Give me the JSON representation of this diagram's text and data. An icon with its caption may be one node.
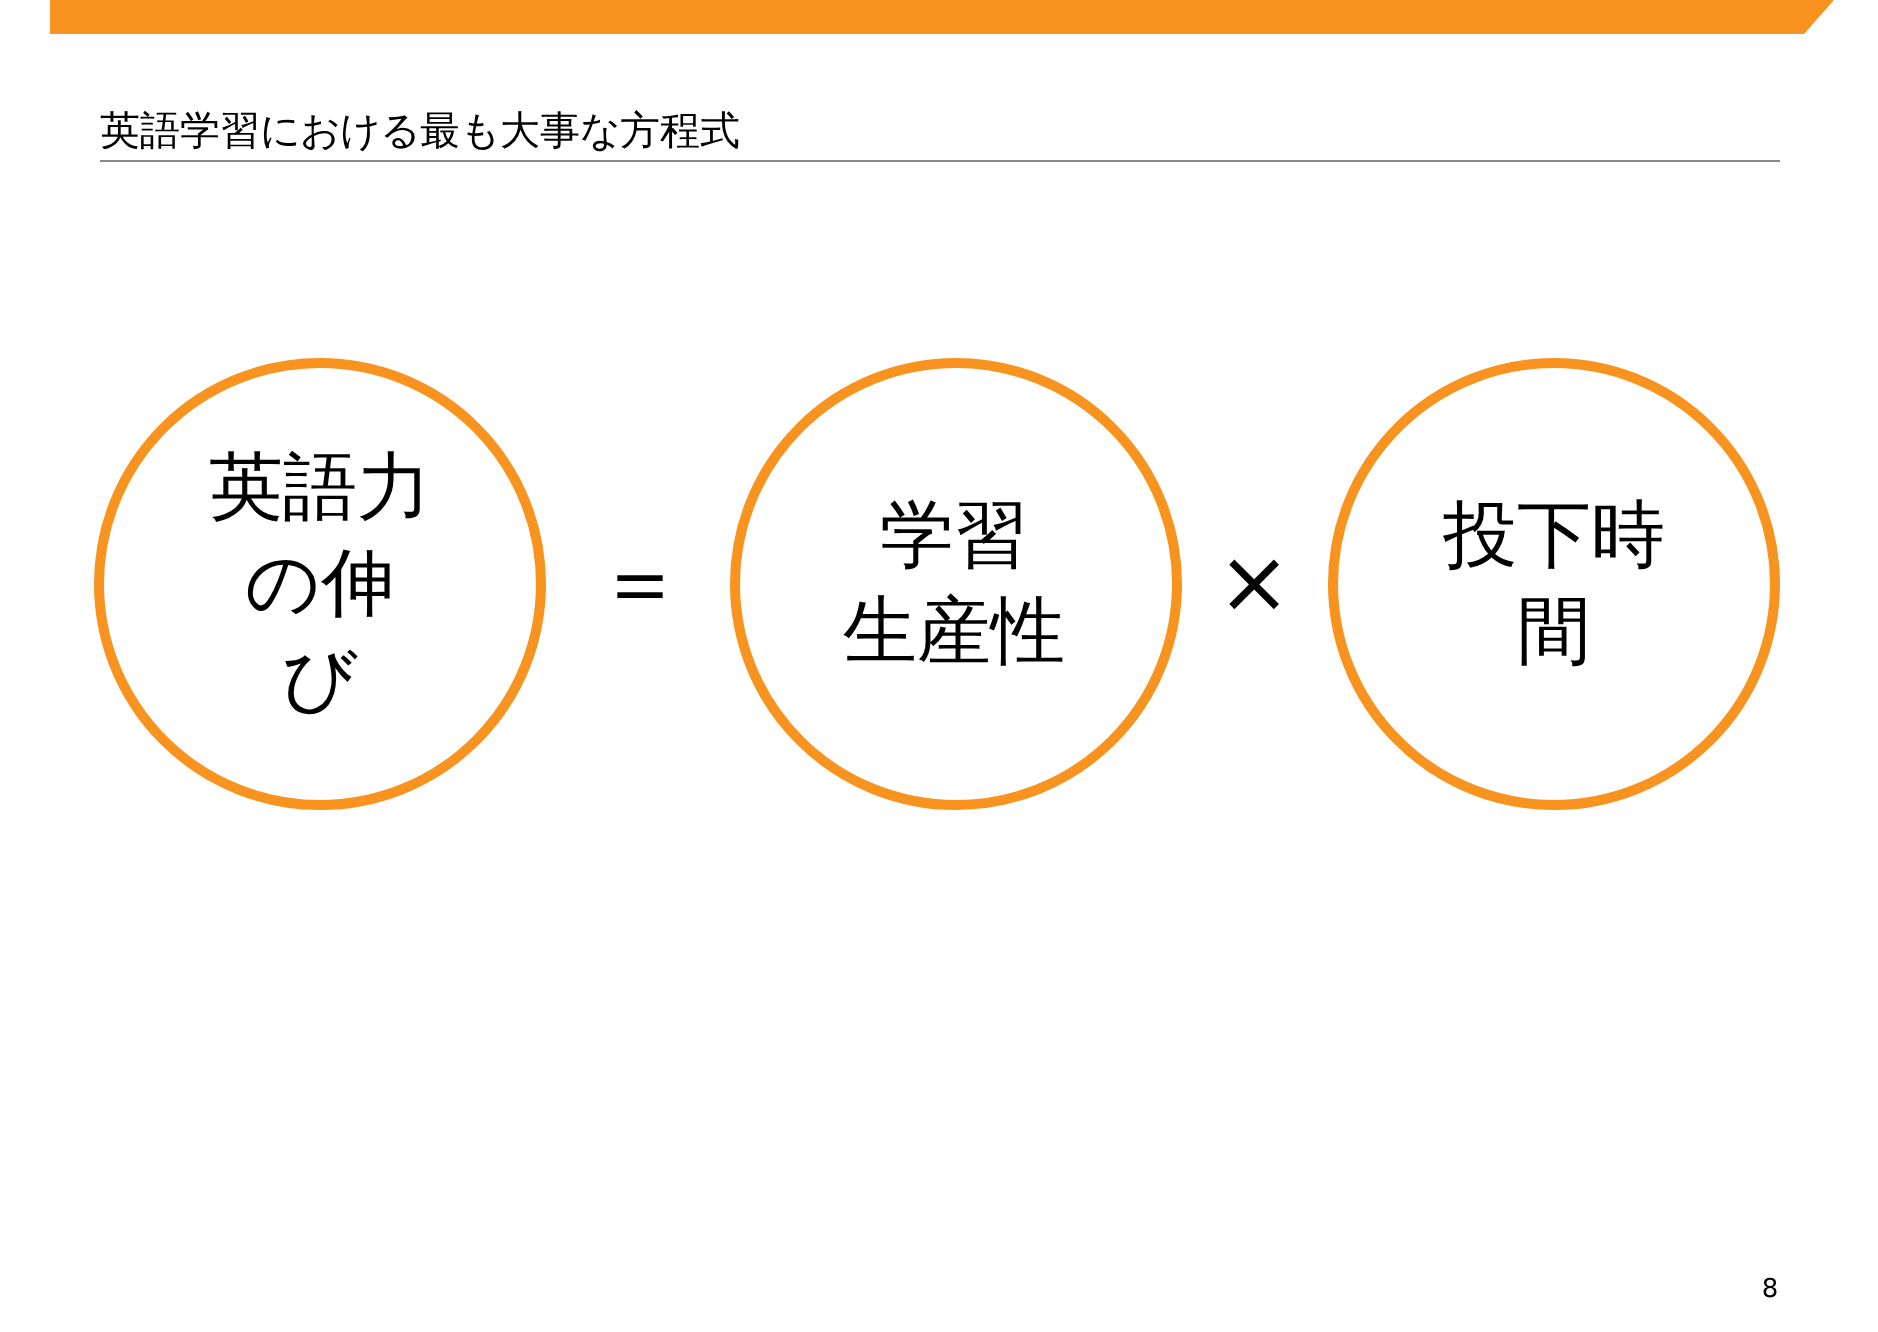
{
  "diagram": {
    "title": "英語学習における最も大事な方程式",
    "nodes": [
      {
        "text": [
          "英語力の伸び"
        ]
      },
      {
        "text": [
          "学習生産性"
        ]
      },
      {
        "text": [
          "投下時間"
        ]
      }
    ],
    "edges": [],
    "labels": [
      "＝",
      "×",
      "8"
    ]
  }
}
